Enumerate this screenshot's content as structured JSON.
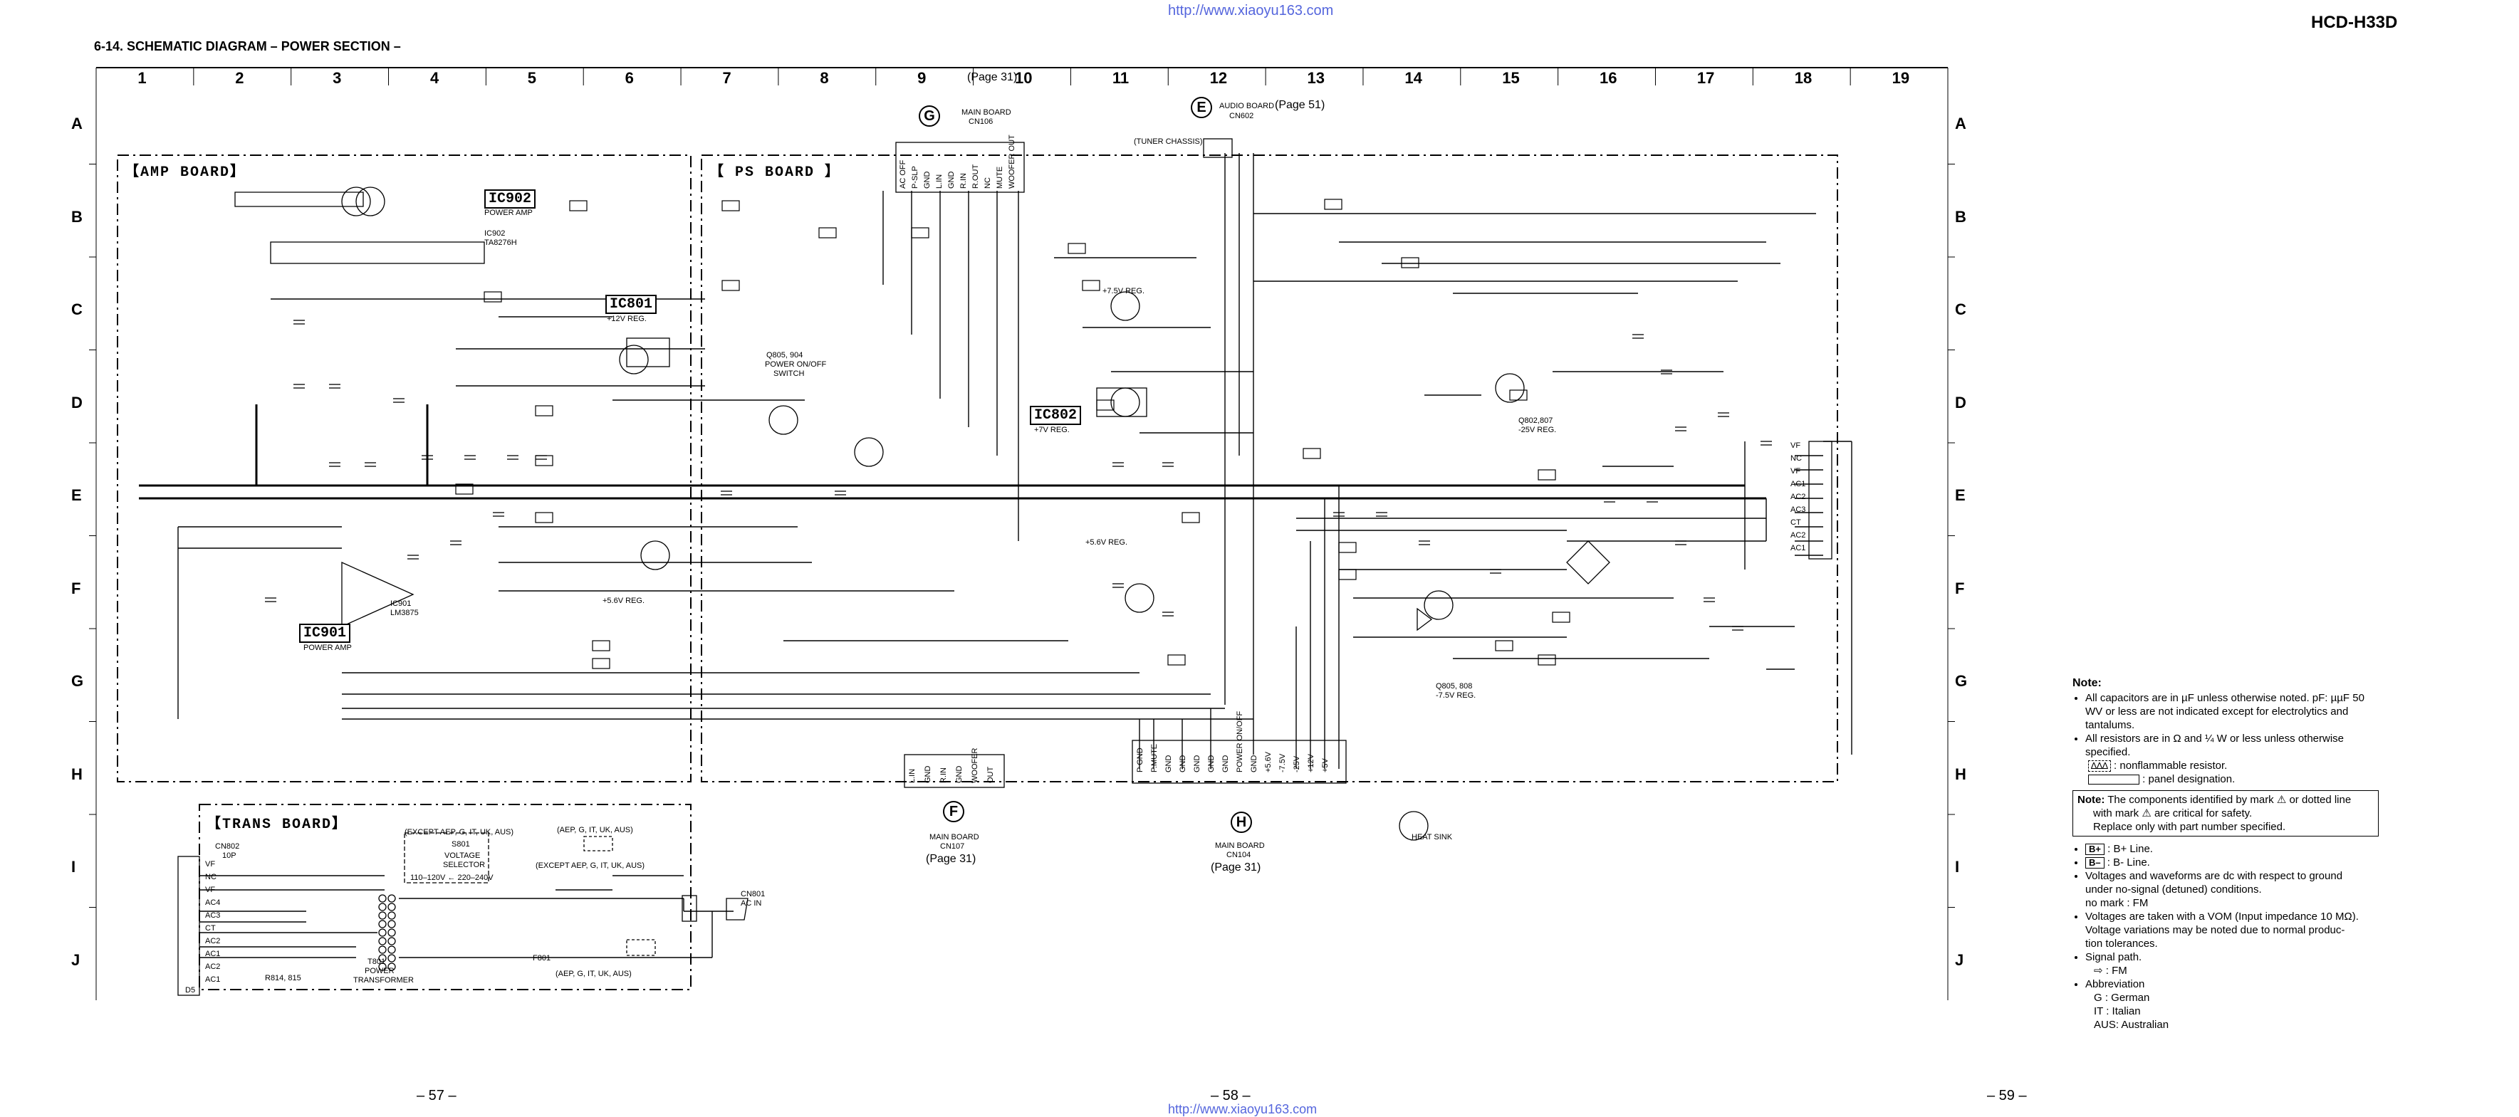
{
  "header": {
    "section_title": "6-14.  SCHEMATIC DIAGRAM  – POWER SECTION –",
    "model": "HCD-H33D",
    "watermark_top": "http://www.xiaoyu163.com",
    "watermark_bottom": "http://www.xiaoyu163.com"
  },
  "grid": {
    "columns": [
      "1",
      "2",
      "3",
      "4",
      "5",
      "6",
      "7",
      "8",
      "9",
      "10",
      "11",
      "12",
      "13",
      "14",
      "15",
      "16",
      "17",
      "18",
      "19"
    ],
    "rows": [
      "A",
      "B",
      "C",
      "D",
      "E",
      "F",
      "G",
      "H",
      "I",
      "J"
    ]
  },
  "boards": {
    "amp": "【AMP BOARD】",
    "ps": "【 PS BOARD 】",
    "trans": "【TRANS BOARD】"
  },
  "ics": {
    "ic902": {
      "label": "IC902",
      "sub1": "POWER AMP",
      "sub2": "IC902",
      "sub3": "TA8276H"
    },
    "ic801": {
      "label": "IC801",
      "sub": "+12V REG."
    },
    "ic802": {
      "label": "IC802",
      "sub": "+7V REG."
    },
    "ic901": {
      "label": "IC901",
      "sub": "POWER AMP",
      "part": "IC901",
      "part2": "LM3875"
    }
  },
  "connectors": {
    "g": {
      "letter": "G",
      "page": "(Page 31)",
      "board": "MAIN BOARD",
      "cn": "CN106"
    },
    "e": {
      "letter": "E",
      "board": "AUDIO BOARD",
      "page": "(Page 51)",
      "cn": "CN602",
      "sub": "(TUNER CHASSIS)"
    },
    "f": {
      "letter": "F",
      "board": "MAIN BOARD",
      "cn": "CN107",
      "page": "(Page 31)"
    },
    "h": {
      "letter": "H",
      "board": "MAIN BOARD",
      "cn": "CN104",
      "page": "(Page 31)"
    }
  },
  "ps_labels": {
    "q805_904": "Q805, 904",
    "power_switch": "POWER ON/OFF",
    "switch": "SWITCH",
    "q803_sub": "+5.6V REG.",
    "q806_sub": "+5.6V REG.",
    "q801_sub": "+7.5V REG.",
    "q802_807": "Q802,807",
    "neg25": "-25V REG.",
    "q805_808": "Q805, 808",
    "neg75": "-7.5V REG.",
    "heat_sink": "HEAT SINK"
  },
  "g_pins": [
    "AC OFF",
    "P-SLP",
    "GND",
    "L.IN",
    "GND",
    "R.IN",
    "R.OUT",
    "NC",
    "MUTE",
    "WOOFER OUT"
  ],
  "h_pins": [
    "P GND",
    "P.MUTE",
    "GND",
    "GND",
    "GND",
    "GND",
    "GND",
    "POWER ON/OFF",
    "GND",
    "+5.6V",
    "-7.5V",
    "-25V",
    "+12V",
    "+5V"
  ],
  "f_pins": [
    "L.IN",
    "GND",
    "R.IN",
    "GND",
    "WOOFER",
    "OUT"
  ],
  "cn_right_pins": [
    "VF",
    "NC",
    "VF",
    "AC1",
    "AC2",
    "AC3",
    "CT",
    "AC2",
    "AC1"
  ],
  "cn_trans_pins": [
    "VF",
    "NC",
    "VF",
    "AC4",
    "AC3",
    "CT",
    "AC2",
    "AC1",
    "AC2",
    "AC1"
  ],
  "trans": {
    "except1": "(EXCEPT AEP, G, IT, UK, AUS)",
    "s801": "S801",
    "voltage": "VOLTAGE",
    "selector": "SELECTOR",
    "volt_range": "110–120V  ←  220–240V",
    "aep1": "(AEP, G, IT, UK, AUS)",
    "except2": "(EXCEPT AEP, G, IT, UK, AUS)",
    "aep2": "(AEP, G, IT, UK, AUS)",
    "f801": "F801",
    "cn801": "CN801",
    "ac_in": "AC IN",
    "t801": "T801",
    "power": "POWER",
    "transformer": "TRANSFORMER",
    "r814": "R814, 815",
    "cn802": "CN802",
    "cn802_pins": "10P",
    "d5": "D5"
  },
  "notes": {
    "title": "Note:",
    "items": [
      "All capacitors are in µF unless otherwise noted.  pF: µµF 50 WV or less are not indicated except for electrolytics and tantalums.",
      "All resistors are in Ω and ¼ W or less unless otherwise specified."
    ],
    "nfr_symbol": "∆∆∆",
    "nfr_text": ": nonflammable resistor.",
    "panel_text": ": panel designation.",
    "box_title": "Note:",
    "box_text1": "The components identified by mark ⚠ or dotted line",
    "box_text2": "with mark ⚠ are critical for safety.",
    "box_text3": "Replace only with part number specified.",
    "bplus": "B+",
    "bplus_text": ": B+ Line.",
    "bminus": "B–",
    "bminus_text": ": B- Line.",
    "voltage1": "Voltages and waveforms are dc with respect to ground",
    "voltage2": "under no-signal (detuned) conditions.",
    "voltage3": "no mark : FM",
    "vom1": "Voltages are taken with a VOM (Input impedance 10 MΩ).",
    "vom2": "Voltage variations may be noted due to normal produc-",
    "vom3": "tion tolerances.",
    "signal": "Signal path.",
    "signal_fm": ": FM",
    "abbr": "Abbreviation",
    "abbr_g": "G    : German",
    "abbr_it": "IT    : Italian",
    "abbr_aus": "AUS: Australian"
  },
  "page_numbers": [
    "– 57 –",
    "– 58 –",
    "– 59 –"
  ]
}
